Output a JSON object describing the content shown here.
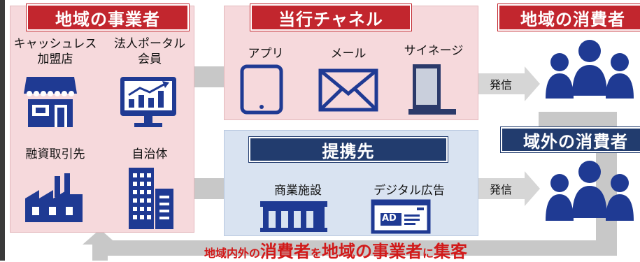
{
  "local_businesses": {
    "header": "地域の事業者",
    "items": [
      {
        "label": "キャッシュレス\n加盟店",
        "icon": "storefront-icon"
      },
      {
        "label": "法人ポータル\n会員",
        "icon": "chart-monitor-icon"
      },
      {
        "label": "融資取引先",
        "icon": "factory-icon"
      },
      {
        "label": "自治体",
        "icon": "building-icon"
      }
    ]
  },
  "bank_channels": {
    "header": "当行チャネル",
    "items": [
      {
        "label": "アプリ",
        "icon": "tablet-icon"
      },
      {
        "label": "メール",
        "icon": "envelope-icon"
      },
      {
        "label": "サイネージ",
        "icon": "signage-icon"
      }
    ]
  },
  "partners": {
    "header": "提携先",
    "items": [
      {
        "label": "商業施設",
        "icon": "mall-icon"
      },
      {
        "label": "デジタル広告",
        "icon": "ad-icon"
      }
    ]
  },
  "local_consumers": {
    "header": "地域の消費者",
    "icon": "people-icon"
  },
  "outside_consumers": {
    "header": "域外の消費者",
    "icon": "people-icon"
  },
  "send_label_1": "発信",
  "send_label_2": "発信",
  "ad_text": "AD",
  "caption": {
    "p1": "地域内外の",
    "p2": "消費者",
    "p3": "を",
    "p4": "地域の事業者",
    "p5": "に",
    "p6": "集客"
  },
  "colors": {
    "red": "#c2262e",
    "navy": "#223c6e",
    "pink": "#f6d9dc",
    "blue": "#d9e3f1",
    "icon": "#1f3a93"
  }
}
